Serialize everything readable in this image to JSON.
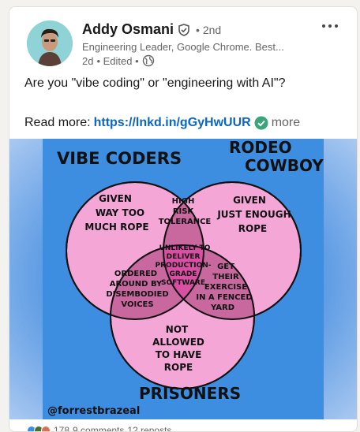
{
  "post": {
    "author": "Addy Osmani",
    "degree": "• 2nd",
    "headline": "Engineering Leader, Google Chrome. Best...",
    "time": "2d",
    "edited": "• Edited •",
    "text": "Are you \"vibe coding\" or \"engineering with AI\"?",
    "read_more_label": "Read more:",
    "link": "https://lnkd.in/gGyHwUUR",
    "more": "more"
  },
  "image": {
    "title_left": "VIBE CODERS",
    "title_right_1": "RODEO",
    "title_right_2": "COWBOYS",
    "bottom_title": "PRISONERS",
    "signature": "@forrestbrazeal",
    "left_only": [
      "GIVEN",
      "WAY TOO",
      "MUCH ROPE"
    ],
    "right_only": [
      "GIVEN",
      "JUST ENOUGH",
      "ROPE"
    ],
    "bottom_only": [
      "NOT",
      "ALLOWED",
      "TO HAVE",
      "ROPE"
    ],
    "left_right": [
      "HIGH",
      "RISK",
      "TOLERANCE"
    ],
    "left_bottom": [
      "ORDERED",
      "AROUND BY",
      "DISEMBODIED",
      "VOICES"
    ],
    "right_bottom": [
      "GET",
      "THEIR",
      "EXERCISE",
      "IN A FENCED",
      "YARD"
    ],
    "center": [
      "UNLIKELY TO",
      "DELIVER",
      "PRODUCTION-",
      "GRADE",
      "SOFTWARE"
    ]
  },
  "colors": {
    "link": "#0a66c2",
    "circle_fill": "#f4a6d7",
    "center_fill": "#d94fa3",
    "background": "#3d8ee0"
  },
  "social": {
    "reactions": "178",
    "comments": "9 comments",
    "reposts": "12 reposts"
  }
}
